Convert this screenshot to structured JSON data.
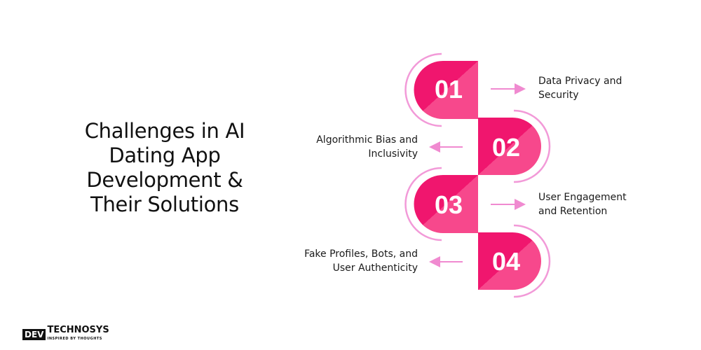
{
  "title": "Challenges in AI Dating App Development & Their Solutions",
  "colors": {
    "dark": "#f0166e",
    "light": "#f7488c",
    "outline": "#f29ad8",
    "arrow": "#f08ad0"
  },
  "steps": [
    {
      "number": "01",
      "label": "Data Privacy and Security",
      "side": "right"
    },
    {
      "number": "02",
      "label": "Algorithmic Bias and Inclusivity",
      "side": "left"
    },
    {
      "number": "03",
      "label": "User Engagement and Retention",
      "side": "right"
    },
    {
      "number": "04",
      "label": "Fake Profiles, Bots, and User Authenticity",
      "side": "left"
    }
  ],
  "logo": {
    "text": "DEV TECHNOSYS",
    "tagline": "INSPIRED BY THOUGHTS"
  }
}
